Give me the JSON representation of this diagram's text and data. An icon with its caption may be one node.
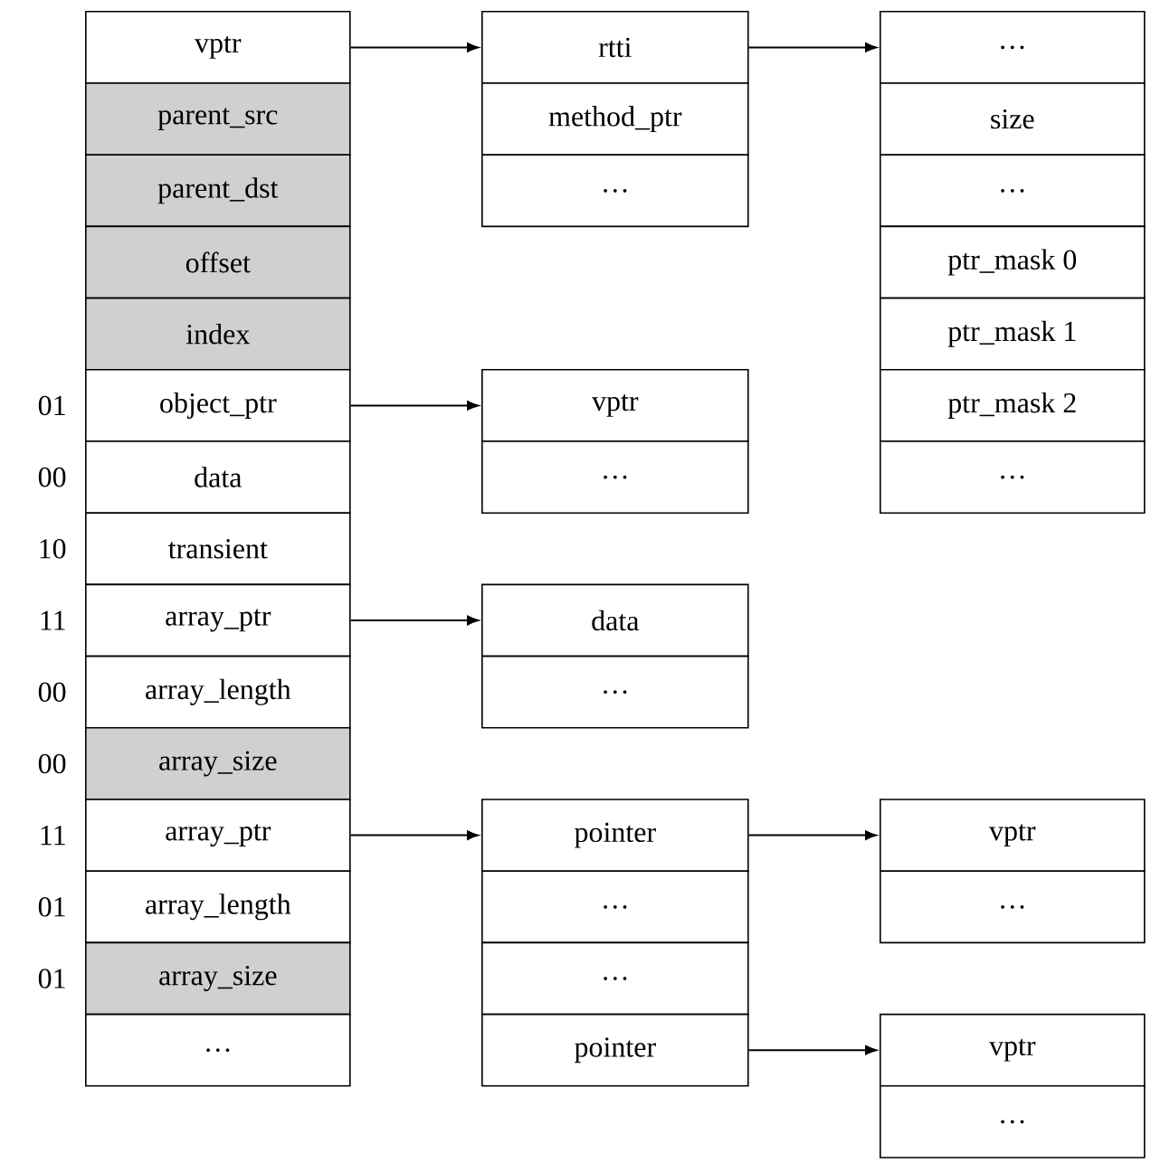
{
  "diagram": {
    "nodes": [
      {
        "text": [
          "vptr"
        ]
      },
      {
        "text": [
          "parent_src"
        ]
      },
      {
        "text": [
          "parent_dst"
        ]
      },
      {
        "text": [
          "offset"
        ]
      },
      {
        "text": [
          "index"
        ]
      },
      {
        "text": [
          "object_ptr"
        ],
        "beside": [
          "01"
        ]
      },
      {
        "text": [
          "data"
        ],
        "beside": [
          "00"
        ]
      },
      {
        "text": [
          "transient"
        ],
        "beside": [
          "10"
        ]
      },
      {
        "text": [
          "array_ptr"
        ],
        "beside": [
          "11"
        ]
      },
      {
        "text": [
          "array_length"
        ],
        "beside": [
          "00"
        ]
      },
      {
        "text": [
          "array_size"
        ],
        "beside": [
          "00"
        ]
      },
      {
        "text": [
          "array_ptr"
        ],
        "beside": [
          "11"
        ]
      },
      {
        "text": [
          "array_length"
        ],
        "beside": [
          "01"
        ]
      },
      {
        "text": [
          "array_size"
        ],
        "beside": [
          "01"
        ]
      },
      {
        "text": [
          "…"
        ]
      },
      {
        "text": [
          "rtti"
        ]
      },
      {
        "text": [
          "method_ptr"
        ]
      },
      {
        "text": [
          "…"
        ]
      },
      {
        "text": [
          "vptr"
        ]
      },
      {
        "text": [
          "…"
        ]
      },
      {
        "text": [
          "data"
        ]
      },
      {
        "text": [
          "…"
        ]
      },
      {
        "text": [
          "pointer"
        ]
      },
      {
        "text": [
          "…"
        ]
      },
      {
        "text": [
          "…"
        ]
      },
      {
        "text": [
          "pointer"
        ]
      },
      {
        "text": [
          "…"
        ]
      },
      {
        "text": [
          "size"
        ]
      },
      {
        "text": [
          "…"
        ]
      },
      {
        "text": [
          "ptr_mask 0"
        ]
      },
      {
        "text": [
          "ptr_mask 1"
        ]
      },
      {
        "text": [
          "ptr_mask 2"
        ]
      },
      {
        "text": [
          "…"
        ]
      },
      {
        "text": [
          "vptr"
        ]
      },
      {
        "text": [
          "…"
        ]
      },
      {
        "text": [
          "vptr"
        ]
      },
      {
        "text": [
          "…"
        ]
      }
    ],
    "edges": [
      {
        "from": 0,
        "to": 15,
        "arrow": "to"
      },
      {
        "from": 5,
        "to": 18,
        "arrow": "to"
      },
      {
        "from": 8,
        "to": 20,
        "arrow": "to"
      },
      {
        "from": 11,
        "to": 22,
        "arrow": "to"
      },
      {
        "from": 15,
        "to": 26,
        "arrow": "to"
      },
      {
        "from": 22,
        "to": 33,
        "arrow": "to"
      },
      {
        "from": 25,
        "to": 35,
        "arrow": "to"
      }
    ]
  }
}
